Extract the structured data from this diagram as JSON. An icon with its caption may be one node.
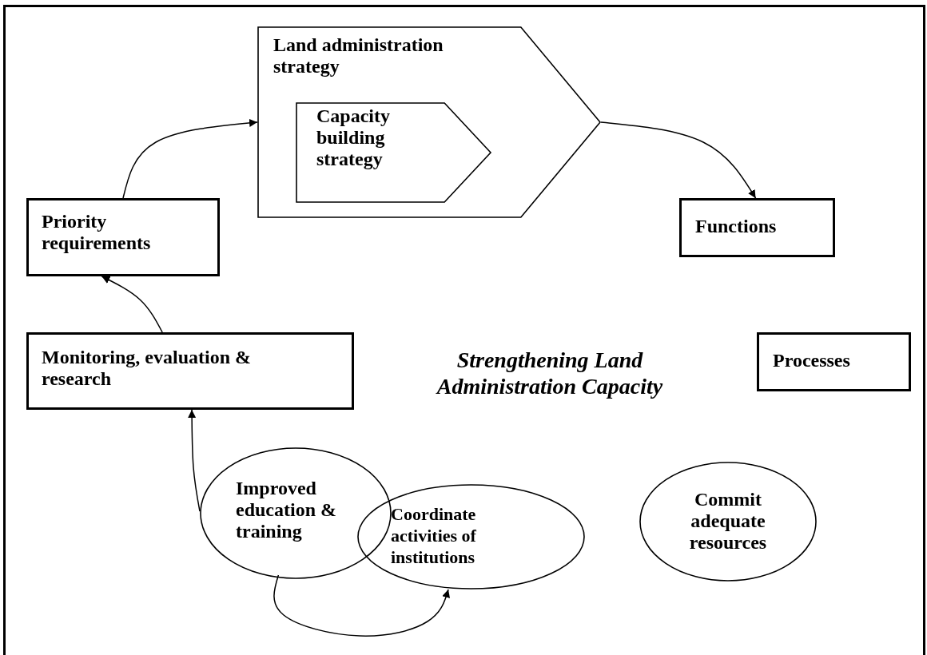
{
  "diagram": {
    "nodes": [
      {
        "text": [
          "Land administration strategy"
        ]
      },
      {
        "text": [
          "Capacity building strategy"
        ],
        "in": 0
      },
      {
        "text": [
          "Priority requirements"
        ]
      },
      {
        "text": [
          "Functions"
        ]
      },
      {
        "text": [
          "Monitoring, evaluation & research"
        ]
      },
      {
        "text": [
          "Processes"
        ]
      },
      {
        "text": [
          "Improved education & training"
        ]
      },
      {
        "text": [
          "Coordinate activities of institutions"
        ]
      },
      {
        "text": [
          "Commit adequate resources"
        ]
      }
    ],
    "edges": [
      {
        "from": 2,
        "to": 0,
        "arrow": "to"
      },
      {
        "from": 0,
        "to": 3,
        "arrow": "to"
      },
      {
        "from": 4,
        "to": 2,
        "arrow": "to"
      },
      {
        "from": 6,
        "to": 4,
        "arrow": "to"
      },
      {
        "from": 6,
        "to": 7,
        "arrow": "to"
      }
    ],
    "labels": [
      "Strengthening Land Administration Capacity"
    ]
  }
}
